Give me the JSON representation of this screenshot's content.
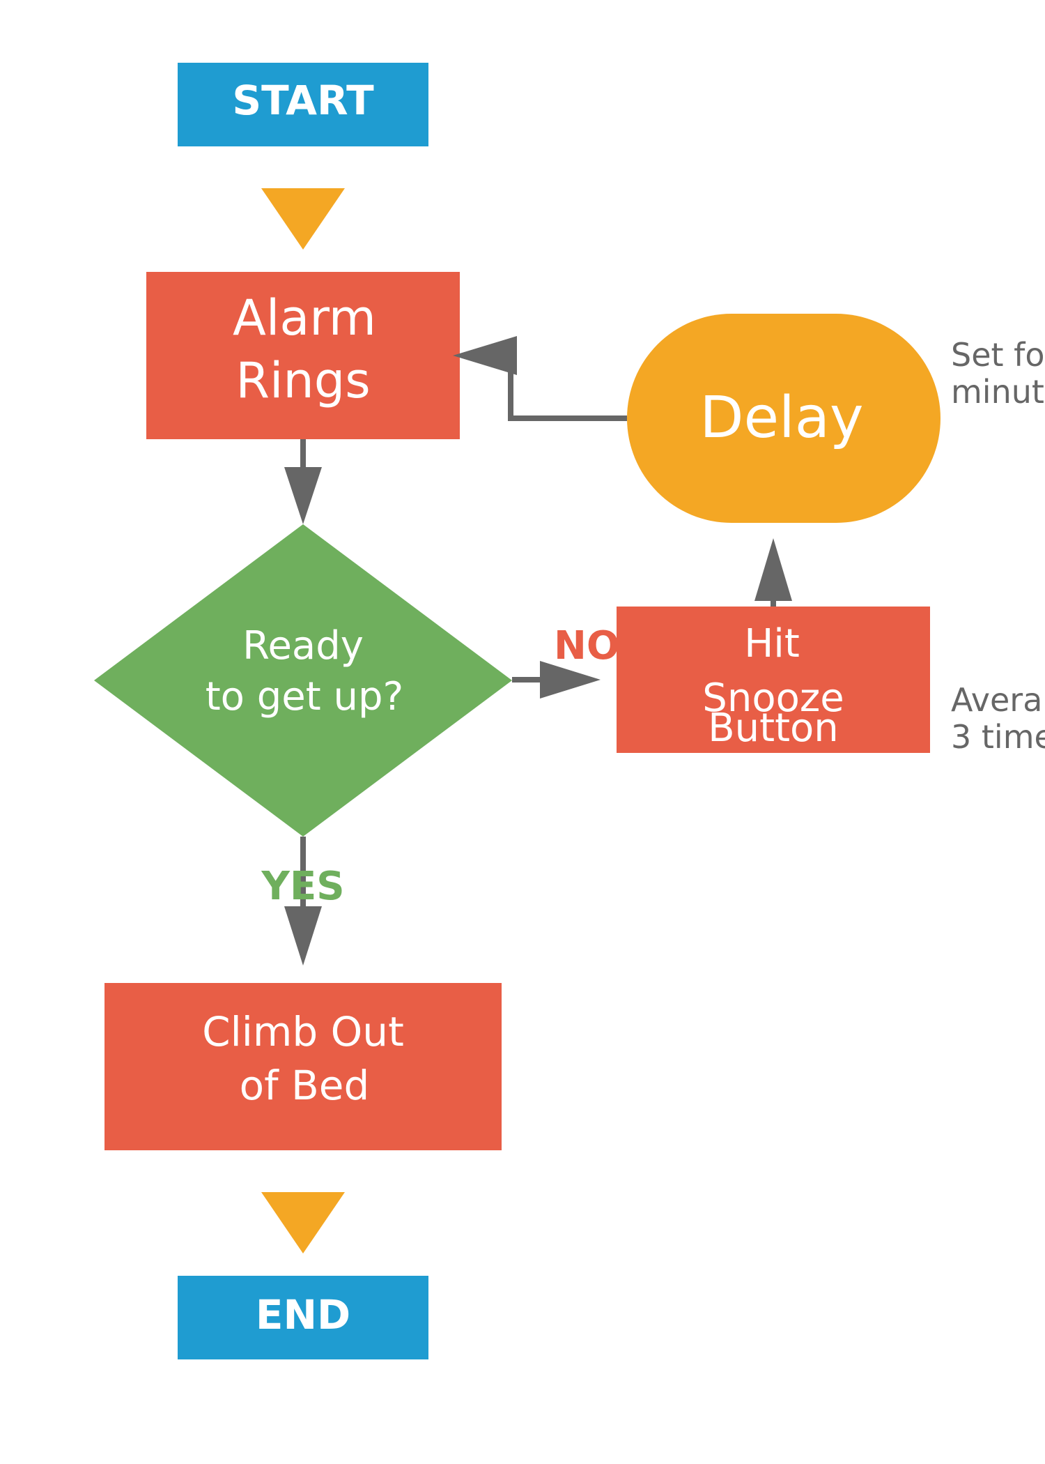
{
  "colors": {
    "terminal": "#1f9cd1",
    "process": "#e85e46",
    "decision": "#6faf5d",
    "delay": "#f4a724",
    "connector": "#f4a724",
    "arrow": "#666666",
    "yes_label": "#6faf5d",
    "no_label": "#e85e46",
    "note_text": "#666666"
  },
  "nodes": {
    "start": {
      "label": "START"
    },
    "alarm": {
      "line1": "Alarm",
      "line2": "Rings"
    },
    "decision": {
      "line1": "Ready",
      "line2": "to get up?"
    },
    "snooze": {
      "line1": "Hit",
      "line2": "Snooze",
      "line3": "Button"
    },
    "delay": {
      "label": "Delay"
    },
    "climb": {
      "line1": "Climb Out",
      "line2": "of Bed"
    },
    "end": {
      "label": "END"
    }
  },
  "edge_labels": {
    "yes": "YES",
    "no": "NO"
  },
  "notes": {
    "delay_note": {
      "line1": "Set fo",
      "line2": "minut"
    },
    "snooze_note": {
      "line1": "Avera",
      "line2": "3 time"
    }
  }
}
